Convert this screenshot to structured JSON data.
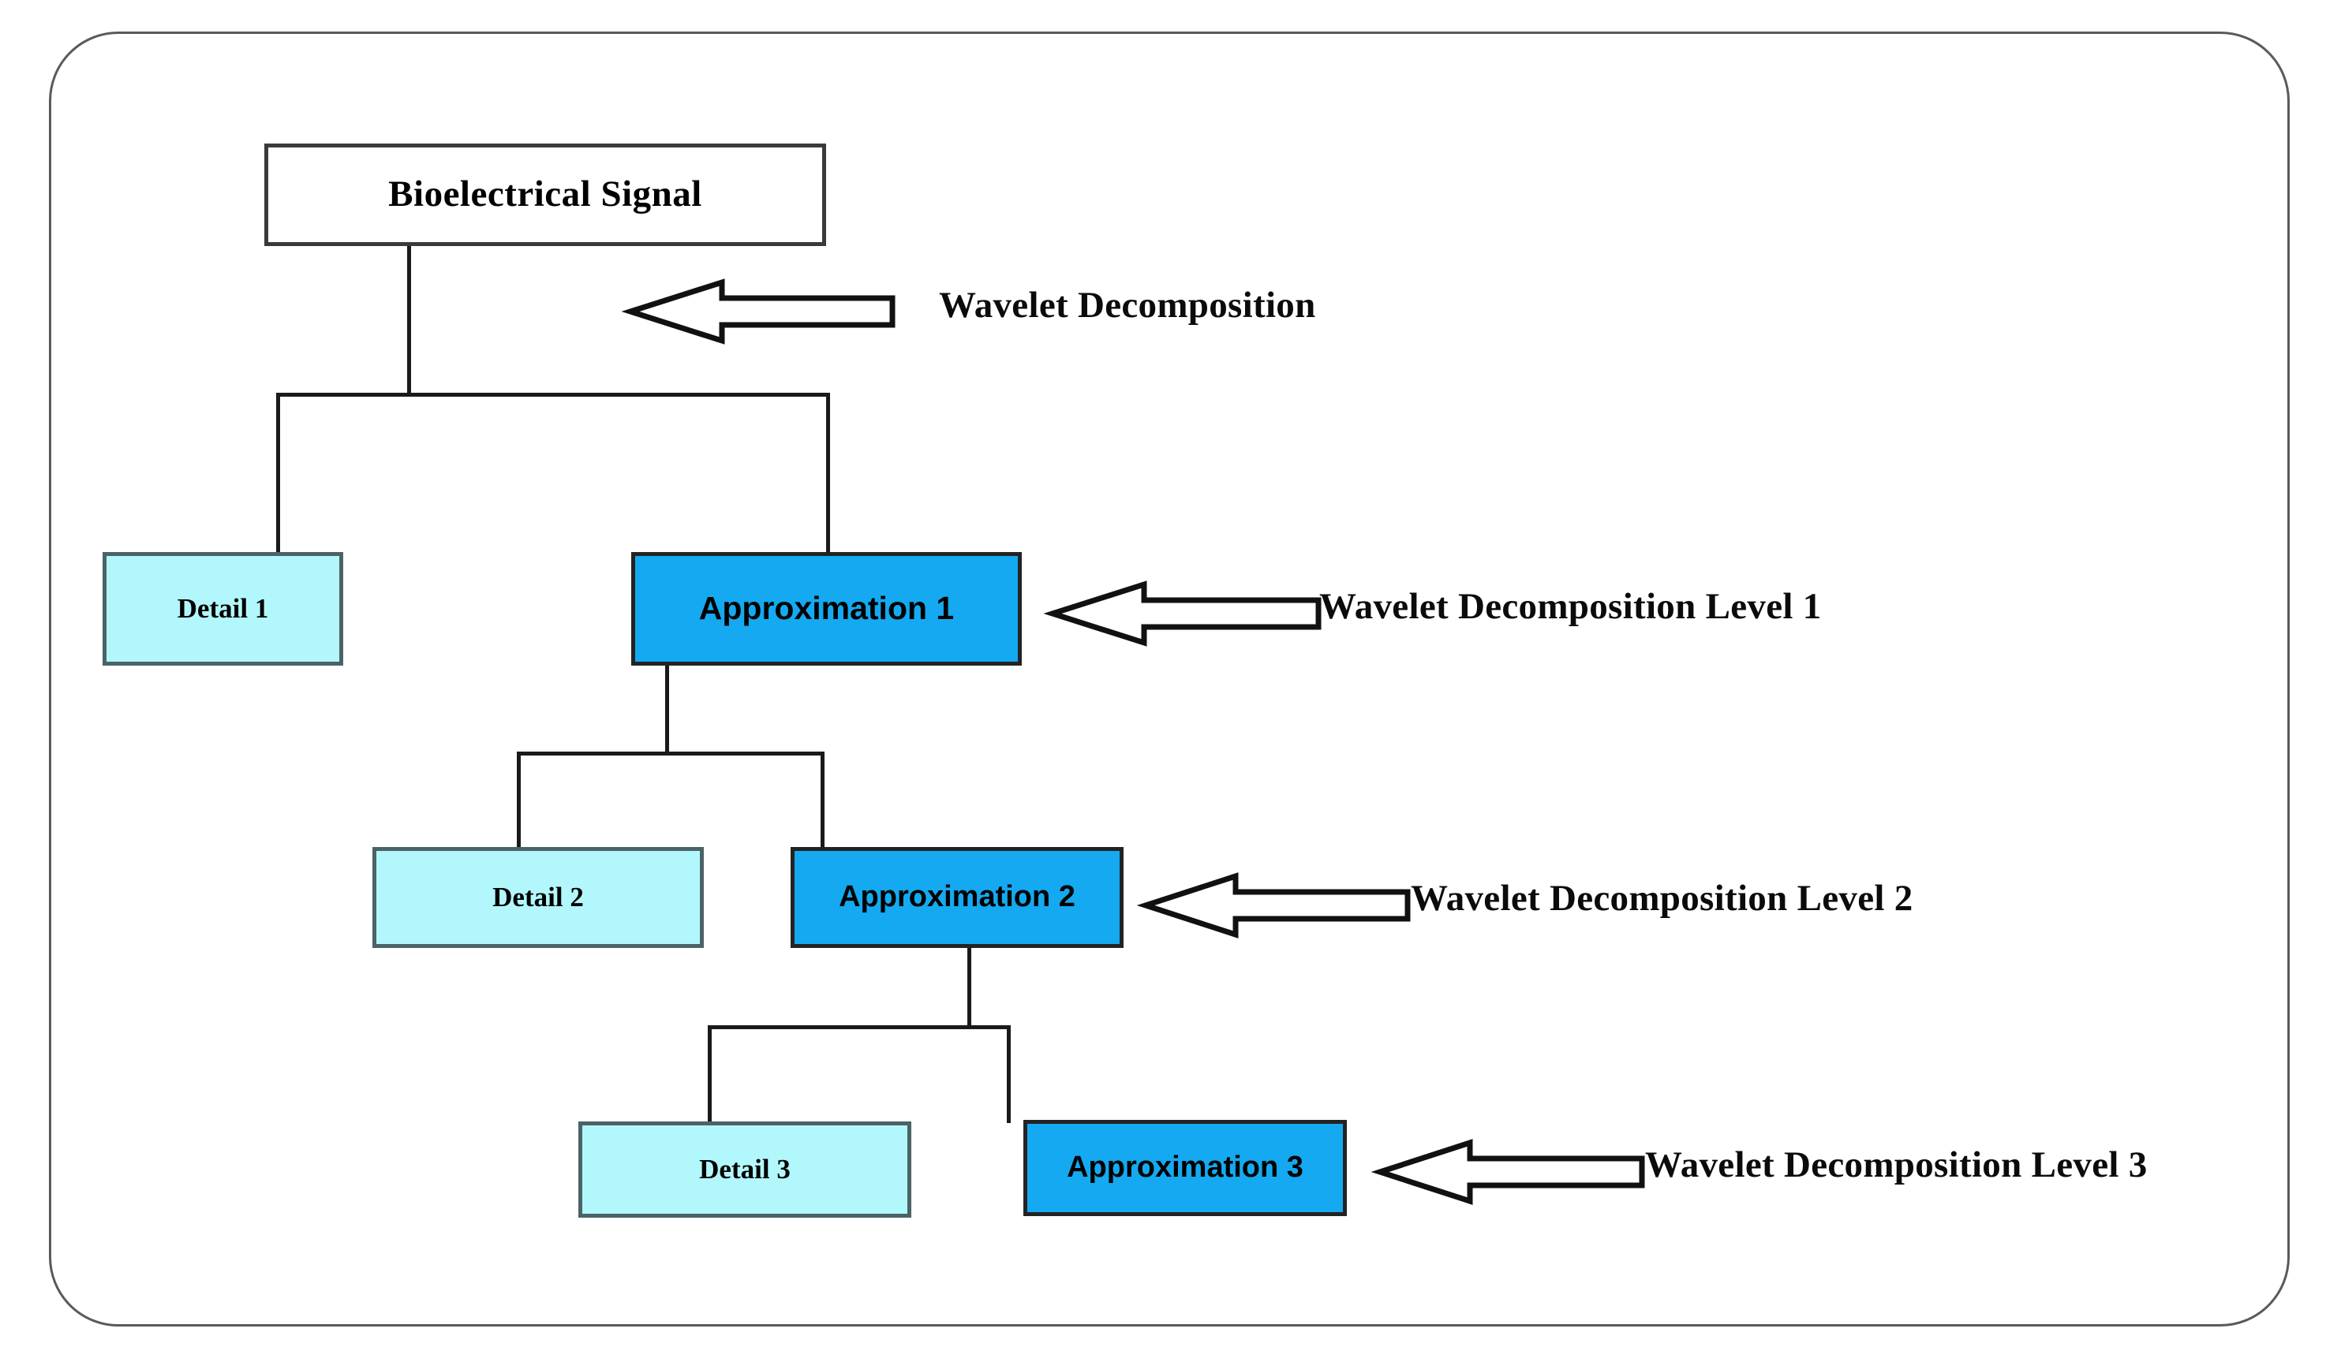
{
  "diagram": {
    "title": "Wavelet decomposition tree of a bioelectrical signal",
    "frame_border_color": "#5a5a5a",
    "colors": {
      "detail_fill": "#b2f7fb",
      "detail_border": "#4b6366",
      "approximation_fill": "#14a9f0",
      "approximation_border": "#232323",
      "root_fill": "#ffffff",
      "root_border": "#3a3a3a",
      "line": "#1a1a1a",
      "text": "#000000"
    },
    "nodes": {
      "root": {
        "label": "Bioelectrical Signal"
      },
      "detail_1": {
        "label": "Detail 1"
      },
      "approximation_1": {
        "label": "Approximation 1"
      },
      "detail_2": {
        "label": "Detail 2"
      },
      "approximation_2": {
        "label": "Approximation 2"
      },
      "detail_3": {
        "label": "Detail 3"
      },
      "approximation_3": {
        "label": "Approximation 3"
      }
    },
    "annotations": {
      "decomposition": {
        "label": "Wavelet Decomposition"
      },
      "level_1": {
        "label": "Wavelet Decomposition Level 1"
      },
      "level_2": {
        "label": "Wavelet Decomposition Level 2"
      },
      "level_3": {
        "label": "Wavelet Decomposition Level 3"
      }
    },
    "arrow_icons": {
      "decomposition": "arrow-left-icon",
      "level_1": "arrow-left-icon",
      "level_2": "arrow-left-icon",
      "level_3": "arrow-left-icon"
    }
  }
}
